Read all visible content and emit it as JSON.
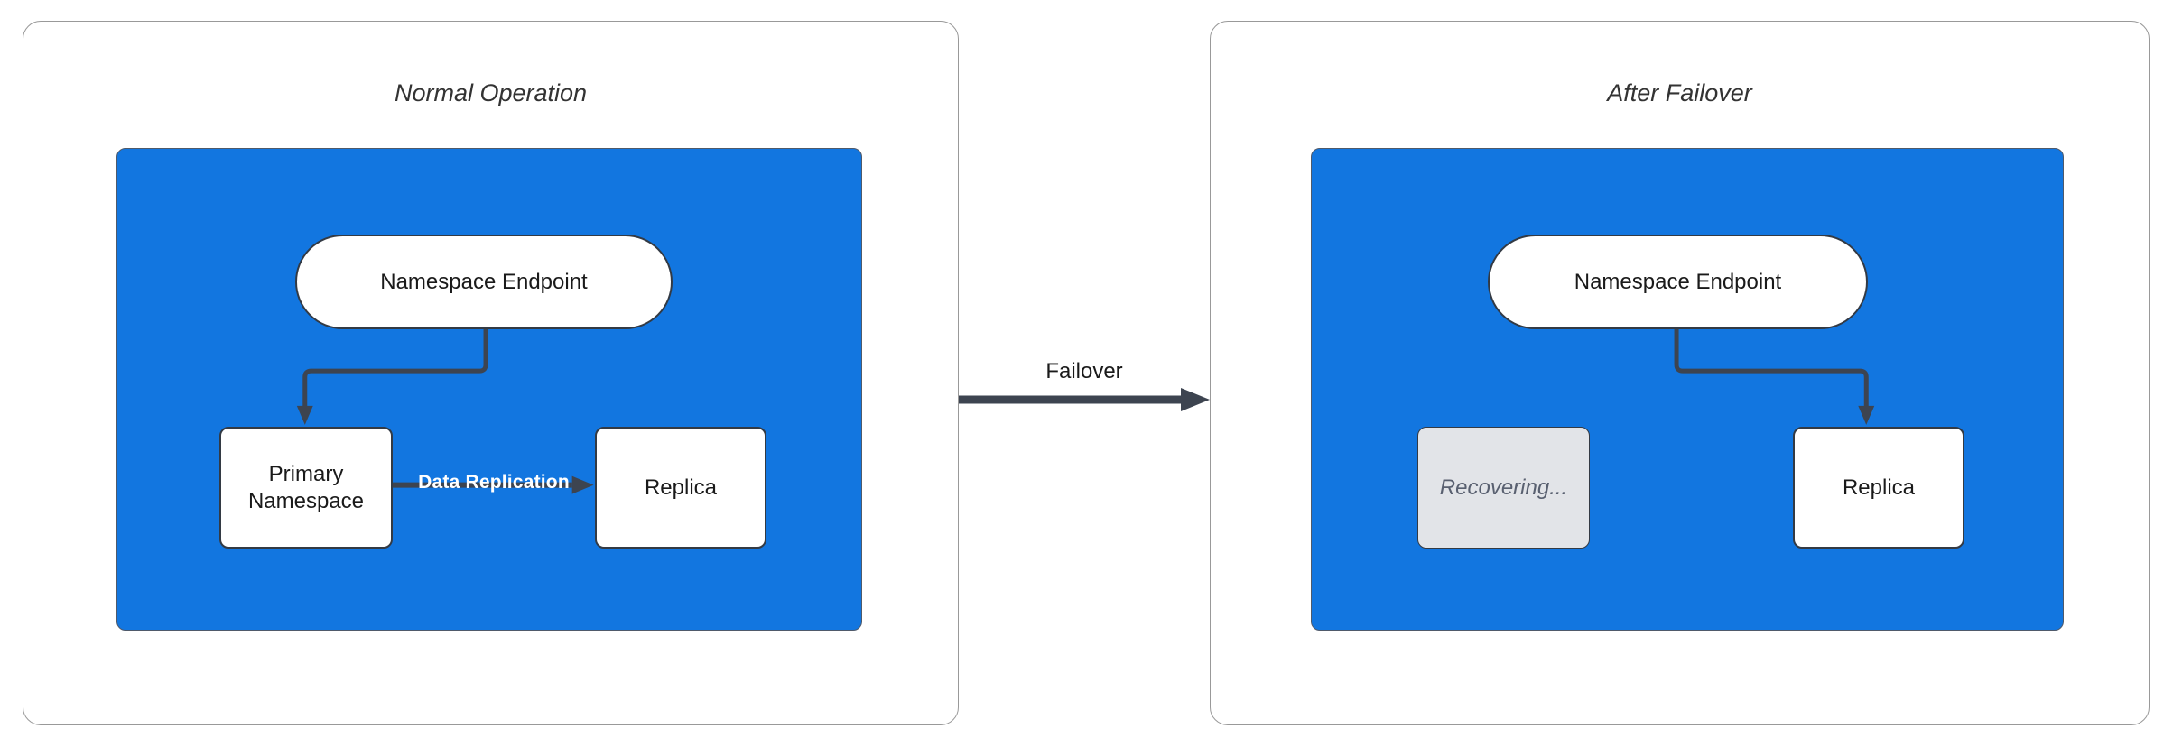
{
  "left_panel": {
    "title": "Normal Operation",
    "endpoint_label": "Namespace Endpoint",
    "primary_label": "Primary Namespace",
    "replica_label": "Replica",
    "replication_label": "Data Replication"
  },
  "failover_edge": {
    "label": "Failover"
  },
  "right_panel": {
    "title": "After Failover",
    "endpoint_label": "Namespace Endpoint",
    "recovering_label": "Recovering...",
    "replica_label": "Replica"
  },
  "colors": {
    "container_fill": "#1276e0",
    "container_border": "#4f5a6b",
    "node_border": "#333a44",
    "connector": "#3d4450",
    "panel_border": "#999999",
    "recovering_fill": "#e2e4e8",
    "recovering_text": "#596070",
    "node_text": "#1a1a1a",
    "title_text": "#333333",
    "replication_text": "#ffffff"
  }
}
